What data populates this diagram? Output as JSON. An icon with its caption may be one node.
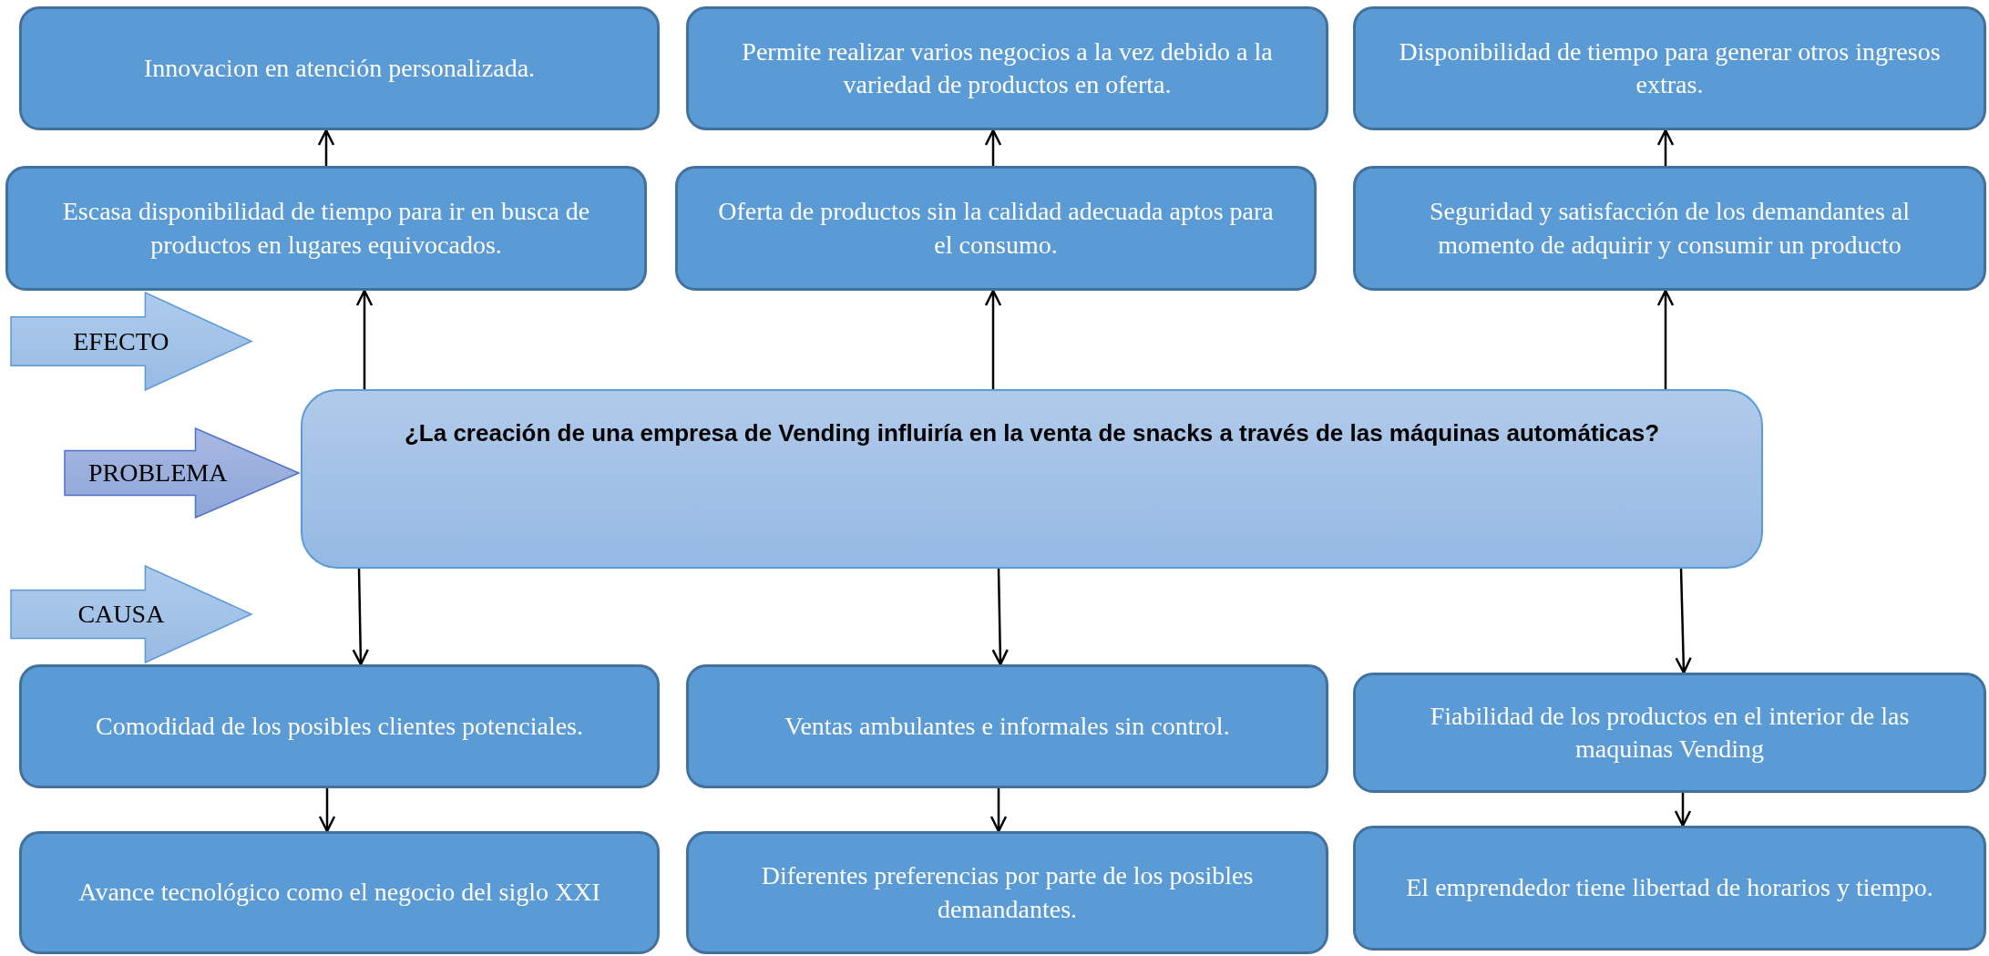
{
  "diagram": {
    "nodes": [
      {
        "text": [
          "Innovacion en atención personalizada."
        ]
      },
      {
        "text": [
          "Permite realizar varios negocios a la vez debido a la variedad de productos en oferta."
        ]
      },
      {
        "text": [
          "Disponibilidad de tiempo para generar otros ingresos extras."
        ]
      },
      {
        "text": [
          "Escasa disponibilidad de tiempo para ir en busca de productos en lugares equivocados."
        ]
      },
      {
        "text": [
          "Oferta de productos sin la calidad adecuada aptos para el consumo."
        ]
      },
      {
        "text": [
          "Seguridad y satisfacción de los demandantes al momento de adquirir y consumir un producto"
        ]
      },
      {
        "text": [
          "EFECTO"
        ]
      },
      {
        "text": [
          "PROBLEMA"
        ]
      },
      {
        "text": [
          "¿La creación de una empresa de Vending influiría en la venta de snacks a través  de las máquinas automáticas?"
        ]
      },
      {
        "text": [
          "CAUSA"
        ]
      },
      {
        "text": [
          "Comodidad de los posibles clientes potenciales."
        ]
      },
      {
        "text": [
          "Ventas ambulantes e informales sin control."
        ]
      },
      {
        "text": [
          "Fiabilidad de los productos en el interior de las maquinas Vending"
        ]
      },
      {
        "text": [
          "Avance  tecnológico como el negocio del siglo XXI"
        ]
      },
      {
        "text": [
          "Diferentes preferencias por parte de los posibles demandantes."
        ]
      },
      {
        "text": [
          "El emprendedor tiene libertad de horarios y tiempo."
        ]
      }
    ],
    "edges": [
      {
        "from": 3,
        "to": 0,
        "arrow": "to"
      },
      {
        "from": 4,
        "to": 1,
        "arrow": "to"
      },
      {
        "from": 5,
        "to": 2,
        "arrow": "to"
      },
      {
        "from": 8,
        "to": 3,
        "arrow": "to"
      },
      {
        "from": 8,
        "to": 4,
        "arrow": "to"
      },
      {
        "from": 8,
        "to": 5,
        "arrow": "to"
      },
      {
        "from": 8,
        "to": 10,
        "arrow": "to"
      },
      {
        "from": 8,
        "to": 11,
        "arrow": "to"
      },
      {
        "from": 8,
        "to": 12,
        "arrow": "to"
      },
      {
        "from": 10,
        "to": 13,
        "arrow": "to"
      },
      {
        "from": 11,
        "to": 14,
        "arrow": "to"
      },
      {
        "from": 12,
        "to": 15,
        "arrow": "to"
      }
    ]
  }
}
